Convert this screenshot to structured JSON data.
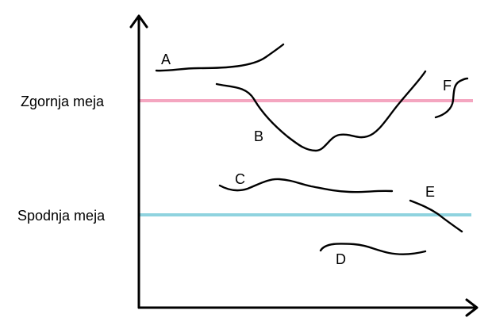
{
  "labels": {
    "upper_limit": "Zgornja meja",
    "lower_limit": "Spodnja meja"
  },
  "curves": [
    {
      "label": "A"
    },
    {
      "label": "B"
    },
    {
      "label": "C"
    },
    {
      "label": "D"
    },
    {
      "label": "E"
    },
    {
      "label": "F"
    }
  ],
  "colors": {
    "upper_limit": "#f4a6c0",
    "lower_limit": "#8fd3df",
    "ink": "#000000"
  }
}
